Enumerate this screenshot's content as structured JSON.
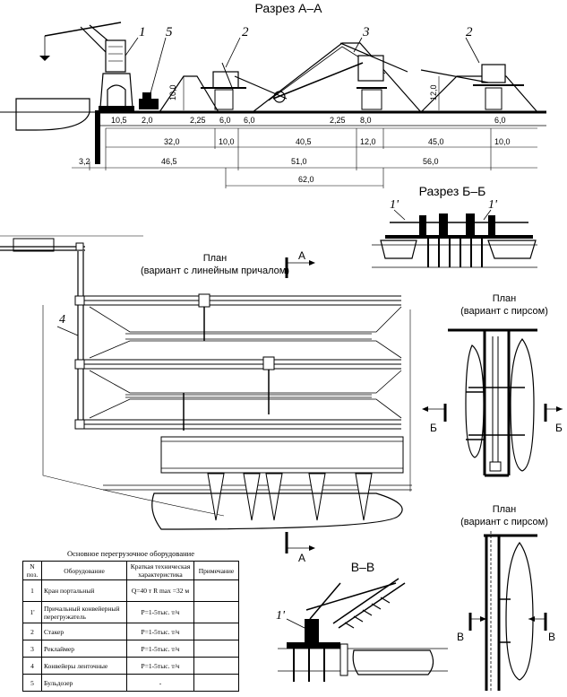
{
  "section_aa": {
    "title": "Разрез А–А",
    "callouts": [
      "1",
      "5",
      "2",
      "3",
      "2"
    ],
    "pile_label": "10,0",
    "height_label": "12,0",
    "dims_row1": [
      "10,5",
      "2,0",
      "2,25",
      "6,0",
      "6,0",
      "2,25",
      "8,0",
      "6,0"
    ],
    "dims_row2": [
      "32,0",
      "10,0",
      "40,5",
      "12,0",
      "45,0",
      "10,0"
    ],
    "dims_row3": [
      "3,2",
      "46,5",
      "51,0",
      "56,0"
    ],
    "dims_row4": [
      "62,0"
    ]
  },
  "section_bb": {
    "title": "Разрез Б–Б",
    "callouts": [
      "1'",
      "1'"
    ]
  },
  "plan_linear": {
    "title": "План",
    "subtitle": "(вариант с линейным причалом)",
    "conveyor_callout": "4",
    "section_mark": "А"
  },
  "plan_pier_b": {
    "title": "План",
    "subtitle": "(вариант с пирсом)",
    "section_mark": "Б"
  },
  "plan_pier_v": {
    "title": "План",
    "subtitle": "(вариант с пирсом)",
    "section_mark": "В"
  },
  "section_vv": {
    "title": "В–В",
    "callout": "1'"
  },
  "equipment_table": {
    "title": "Основное перегрузочное оборудование",
    "headers": [
      "N поз.",
      "Оборудование",
      "Краткая техническая характеристика",
      "Примечание"
    ],
    "rows": [
      {
        "pos": "1",
        "name": "Кран портальный",
        "spec": "Q=40 т R max =32 м",
        "note": ""
      },
      {
        "pos": "1'",
        "name": "Причальный конвейерный перегружатель",
        "spec": "P=1-5тыс. т/ч",
        "note": ""
      },
      {
        "pos": "2",
        "name": "Стакер",
        "spec": "P=1-5тыс. т/ч",
        "note": ""
      },
      {
        "pos": "3",
        "name": "Реклаймер",
        "spec": "P=1-5тыс. т/ч",
        "note": ""
      },
      {
        "pos": "4",
        "name": "Конвейеры ленточные",
        "spec": "P=1-5тыс. т/ч",
        "note": ""
      },
      {
        "pos": "5",
        "name": "Бульдозер",
        "spec": "-",
        "note": ""
      }
    ]
  }
}
